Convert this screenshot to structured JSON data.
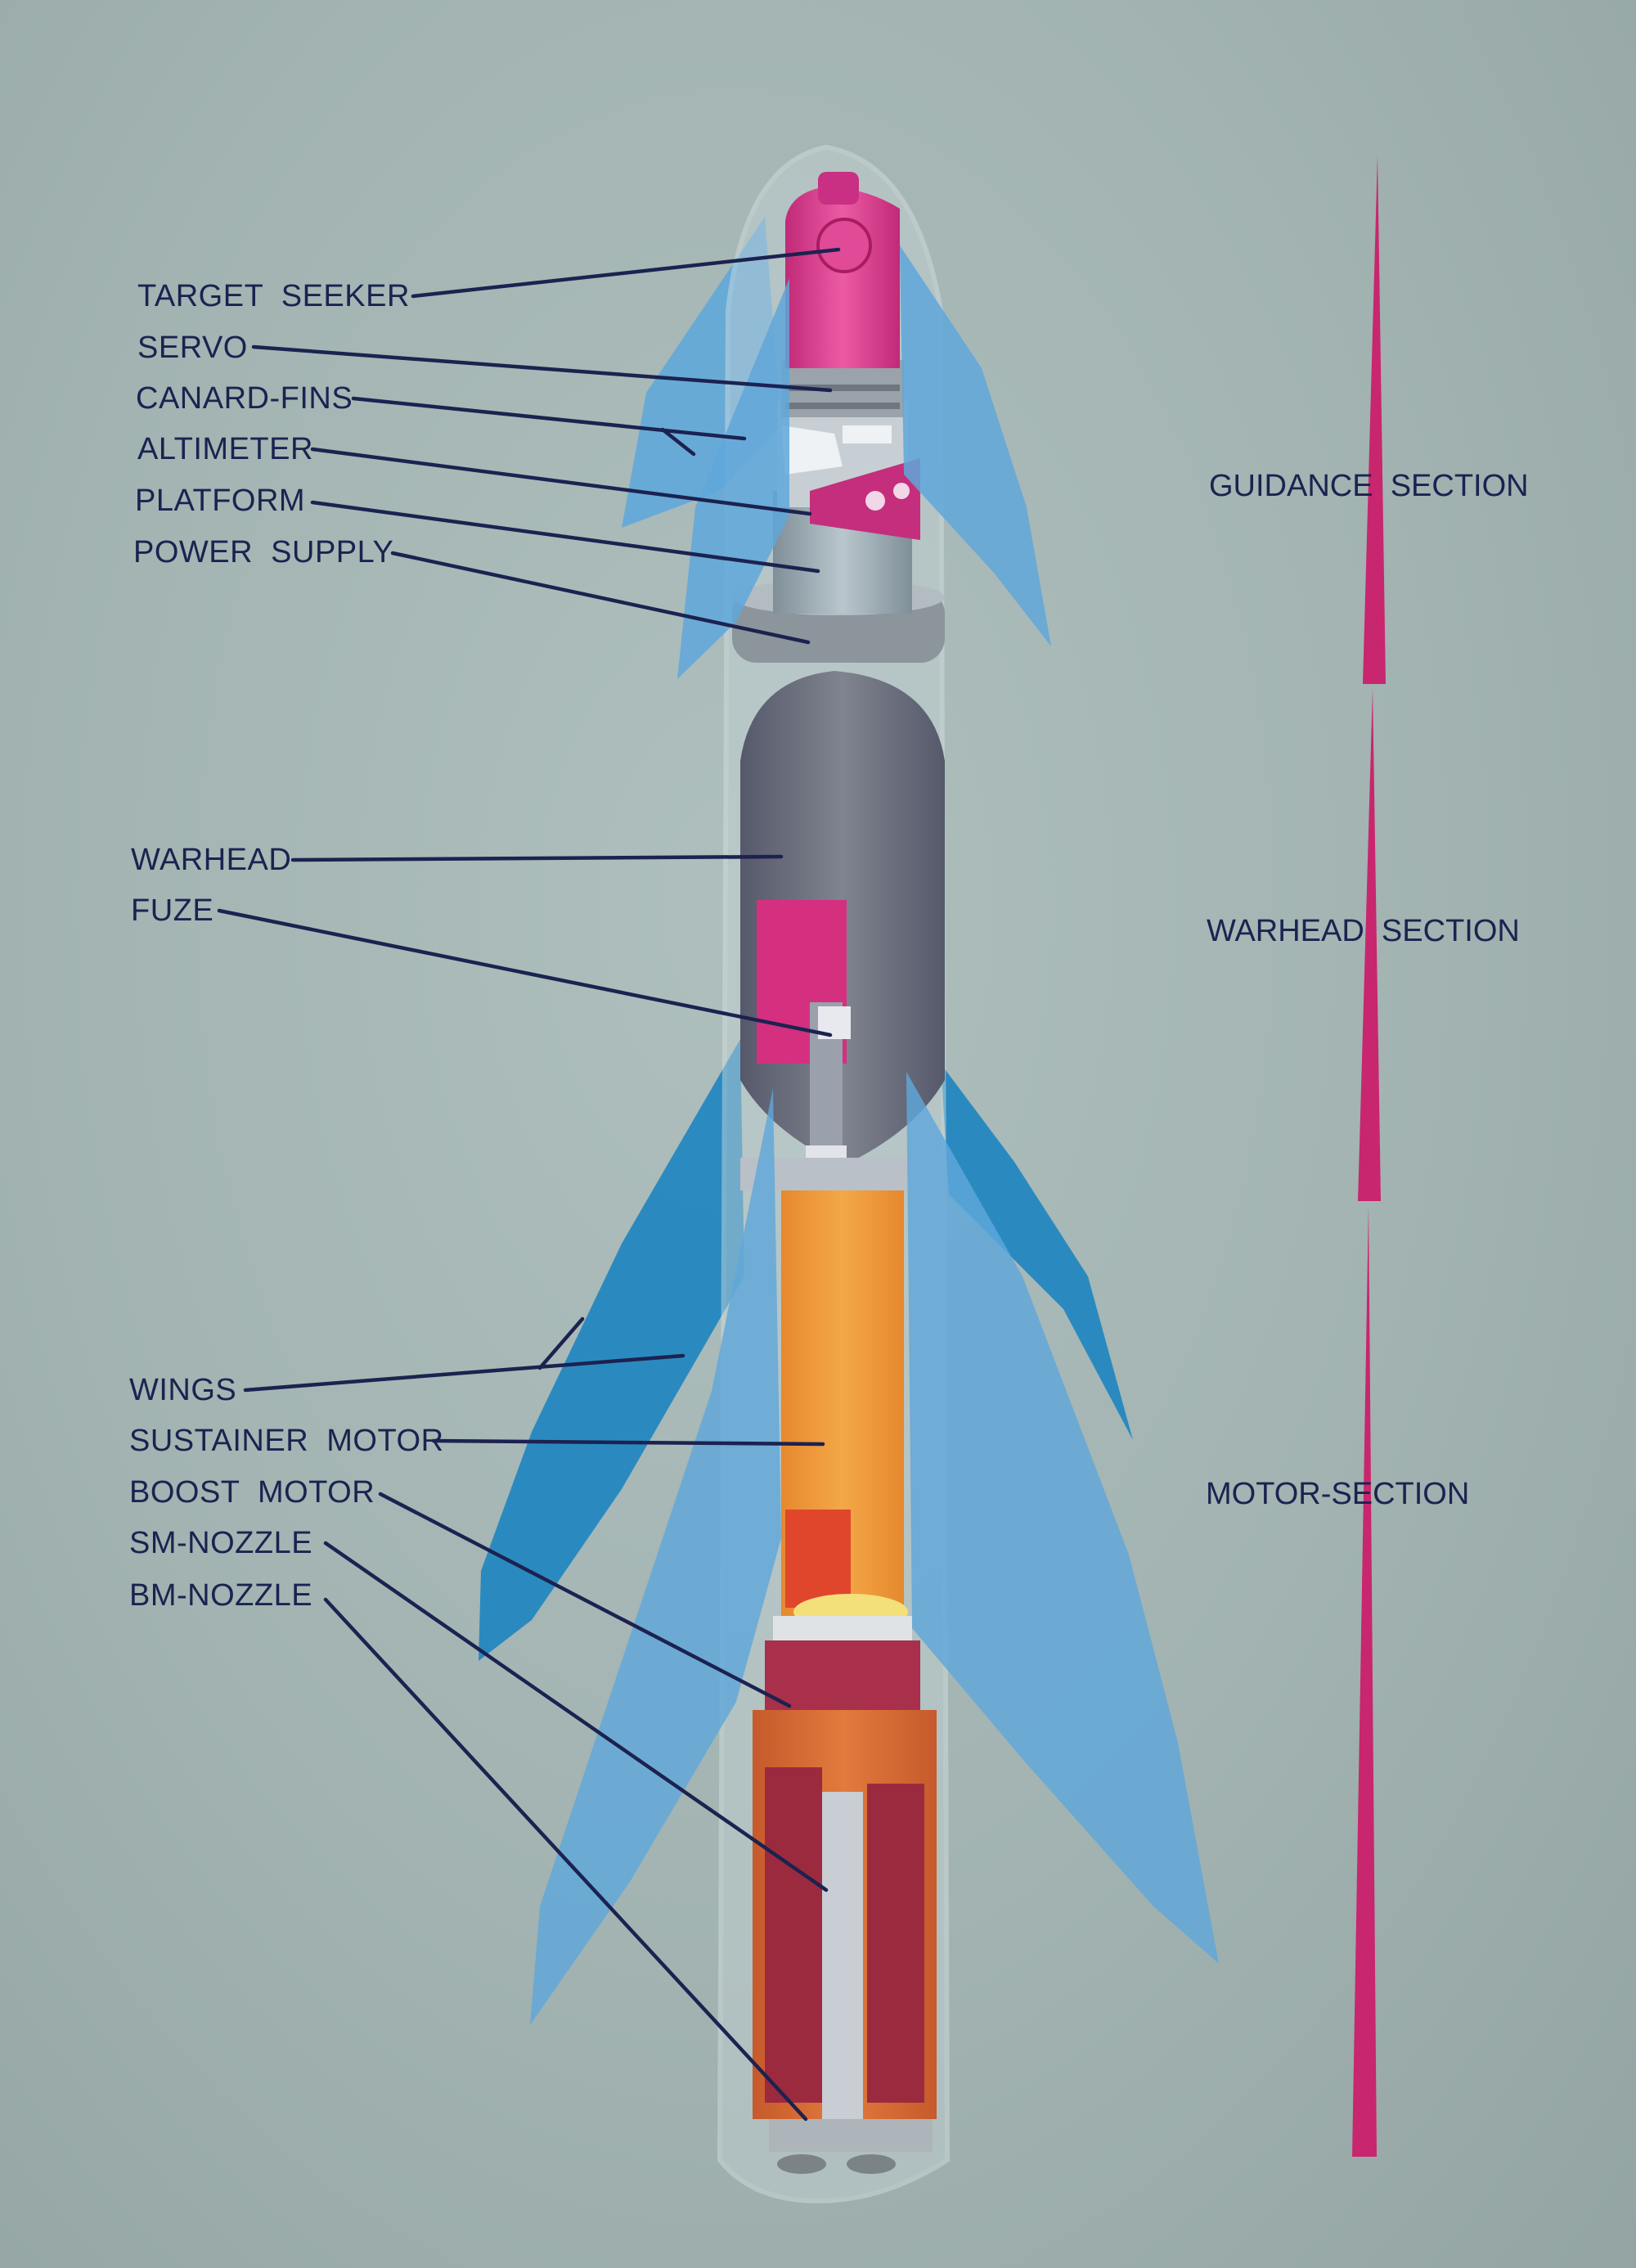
{
  "colors": {
    "background": "#a2b3b1",
    "label_text": "#1c2250",
    "section_bar": "#c8266e",
    "fin_blue": "#5aa6dc",
    "seeker_magenta": "#d93a8c",
    "warhead_gray": "#6e7480",
    "sustainer_orange": "#ee9a3c",
    "boost_red": "#b03040"
  },
  "components": [
    {
      "label": "TARGET  SEEKER"
    },
    {
      "label": "SERVO"
    },
    {
      "label": "CANARD-FINS"
    },
    {
      "label": "ALTIMETER"
    },
    {
      "label": "PLATFORM"
    },
    {
      "label": "POWER  SUPPLY"
    },
    {
      "label": "WARHEAD"
    },
    {
      "label": "FUZE"
    },
    {
      "label": "WINGS"
    },
    {
      "label": "SUSTAINER  MOTOR"
    },
    {
      "label": "BOOST  MOTOR"
    },
    {
      "label": "SM-NOZZLE"
    },
    {
      "label": "BM-NOZZLE"
    }
  ],
  "sections": [
    {
      "label": "GUIDANCE  SECTION"
    },
    {
      "label": "WARHEAD  SECTION"
    },
    {
      "label": "MOTOR-SECTION"
    }
  ]
}
